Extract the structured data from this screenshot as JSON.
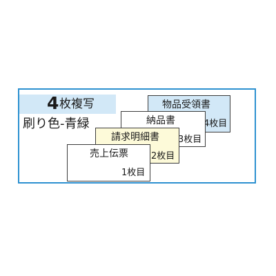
{
  "badge": {
    "number": "4",
    "label": "枚複写"
  },
  "print_color": "刷り色-青緑",
  "slips": [
    {
      "title": "物品受領書",
      "copy": "4枚目",
      "fill": "#d2e8f7"
    },
    {
      "title": "納品書",
      "copy": "3枚目",
      "fill": "#ffffff"
    },
    {
      "title": "請求明細書",
      "copy": "2枚目",
      "fill": "#fdfad9"
    },
    {
      "title": "売上伝票",
      "copy": "1枚目",
      "fill": "#ffffff"
    }
  ],
  "colors": {
    "frame_border": "#2a8fd0",
    "badge_background": "#d2e8f7"
  }
}
